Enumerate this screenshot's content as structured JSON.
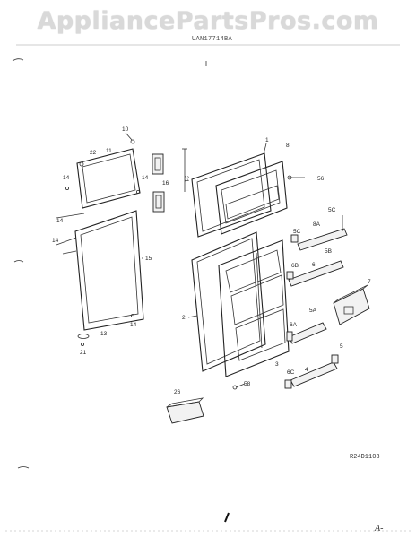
{
  "watermark": "AppliancePartsPros.com",
  "model_number": "UAN17714BA",
  "drawing_id": "R24D1103",
  "page_mark": "A-",
  "callouts": {
    "c1": "1",
    "c2": "2",
    "c3": "3",
    "c4": "4",
    "c5": "5",
    "c5a": "5A",
    "c5b": "5B",
    "c5c": "5C",
    "c5c2": "5C",
    "c6": "6",
    "c6a": "6A",
    "c6b": "6B",
    "c6c": "6C",
    "c7": "7",
    "c8": "8",
    "c8a": "8A",
    "c10": "10",
    "c11": "11",
    "c13": "13",
    "c14a": "14",
    "c14b": "14",
    "c14c": "14",
    "c14d": "14",
    "c14e": "14",
    "c15": "15",
    "c16": "16",
    "c21a": "21",
    "c21b": "21",
    "c22": "22",
    "c26": "26",
    "c56": "56",
    "c58": "58"
  }
}
